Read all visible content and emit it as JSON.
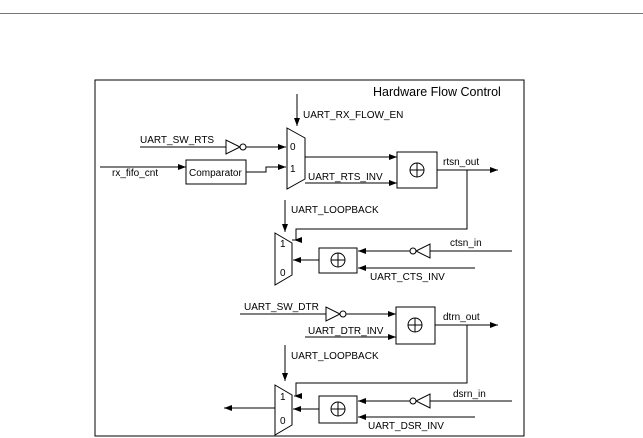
{
  "diagram": {
    "title": "Hardware Flow Control",
    "signals": {
      "uart_rx_flow_en": "UART_RX_FLOW_EN",
      "uart_sw_rts": "UART_SW_RTS",
      "rx_fifo_cnt": "rx_fifo_cnt",
      "comparator": "Comparator",
      "uart_rts_inv": "UART_RTS_INV",
      "rtsn_out": "rtsn_out",
      "uart_loopback_1": "UART_LOOPBACK",
      "ctsn_in": "ctsn_in",
      "uart_cts_inv": "UART_CTS_INV",
      "uart_sw_dtr": "UART_SW_DTR",
      "uart_dtr_inv": "UART_DTR_INV",
      "dtrn_out": "dtrn_out",
      "uart_loopback_2": "UART_LOOPBACK",
      "dsrn_in": "dsrn_in",
      "uart_dsr_inv": "UART_DSR_INV"
    },
    "mux_inputs": {
      "zero": "0",
      "one": "1"
    }
  }
}
